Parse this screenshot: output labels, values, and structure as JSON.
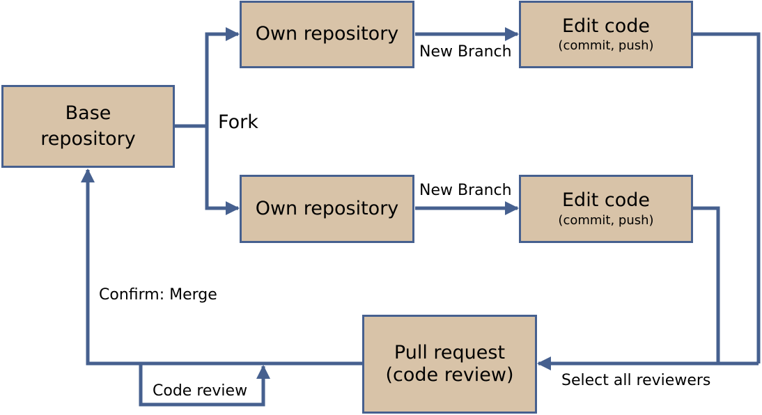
{
  "colors": {
    "box_fill": "#d8c3a8",
    "box_border": "#46608f",
    "connector": "#46608f"
  },
  "boxes": {
    "base": {
      "line1": "Base",
      "line2": "repository"
    },
    "own_top": {
      "label": "Own repository"
    },
    "own_bottom": {
      "label": "Own repository"
    },
    "edit_top": {
      "title": "Edit code",
      "subtitle": "(commit, push)"
    },
    "edit_bottom": {
      "title": "Edit code",
      "subtitle": "(commit, push)"
    },
    "pull": {
      "line1": "Pull request",
      "line2": "(code review)"
    }
  },
  "labels": {
    "fork": "Fork",
    "new_branch_top": "New Branch",
    "new_branch_bottom": "New Branch",
    "confirm_merge": "Confirm: Merge",
    "code_review": "Code review",
    "select_reviewers": "Select all reviewers"
  }
}
